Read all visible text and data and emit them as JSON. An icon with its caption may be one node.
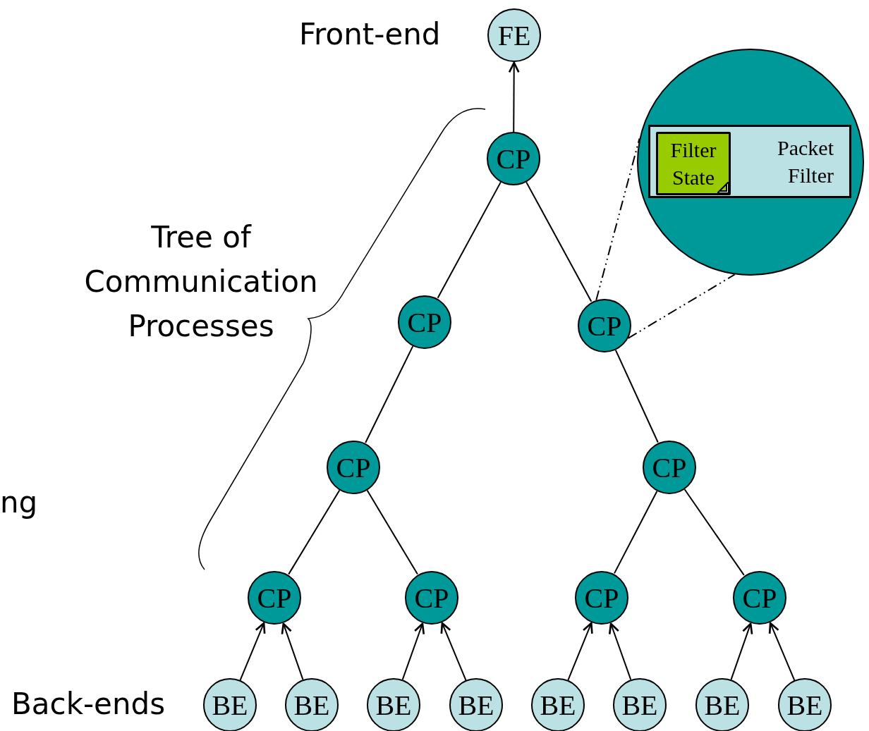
{
  "diagram": {
    "nodes": [
      {
        "text": [
          "FE"
        ]
      },
      {
        "text": [
          "CP"
        ]
      },
      {
        "text": [
          "CP"
        ]
      },
      {
        "text": [
          "CP"
        ]
      },
      {
        "text": [
          "CP"
        ]
      },
      {
        "text": [
          "CP"
        ]
      },
      {
        "text": [
          "CP"
        ]
      },
      {
        "text": [
          "CP"
        ]
      },
      {
        "text": [
          "CP"
        ]
      },
      {
        "text": [
          "CP"
        ]
      },
      {
        "text": [
          "BE"
        ]
      },
      {
        "text": [
          "BE"
        ]
      },
      {
        "text": [
          "BE"
        ]
      },
      {
        "text": [
          "BE"
        ]
      },
      {
        "text": [
          "BE"
        ]
      },
      {
        "text": [
          "BE"
        ]
      },
      {
        "text": [
          "BE"
        ]
      },
      {
        "text": [
          "BE"
        ]
      },
      {
        "text": [],
        "shape": "circle"
      },
      {
        "text": [
          "Packet Filter"
        ],
        "in": 18
      },
      {
        "text": [
          "Filter State"
        ],
        "in": 19
      }
    ],
    "edges": [
      {
        "from": 1,
        "to": 0,
        "arrow": "to"
      },
      {
        "from": 1,
        "to": 2,
        "arrow": "none"
      },
      {
        "from": 1,
        "to": 3,
        "arrow": "none"
      },
      {
        "from": 2,
        "to": 4,
        "arrow": "none"
      },
      {
        "from": 3,
        "to": 5,
        "arrow": "none"
      },
      {
        "from": 4,
        "to": 6,
        "arrow": "none"
      },
      {
        "from": 4,
        "to": 7,
        "arrow": "none"
      },
      {
        "from": 5,
        "to": 8,
        "arrow": "none"
      },
      {
        "from": 5,
        "to": 9,
        "arrow": "none"
      },
      {
        "from": 10,
        "to": 6,
        "arrow": "to"
      },
      {
        "from": 11,
        "to": 6,
        "arrow": "to"
      },
      {
        "from": 12,
        "to": 7,
        "arrow": "to"
      },
      {
        "from": 13,
        "to": 7,
        "arrow": "to"
      },
      {
        "from": 14,
        "to": 8,
        "arrow": "to"
      },
      {
        "from": 15,
        "to": 8,
        "arrow": "to"
      },
      {
        "from": 16,
        "to": 9,
        "arrow": "to"
      },
      {
        "from": 17,
        "to": 9,
        "arrow": "to"
      },
      {
        "from": 3,
        "to": 18,
        "arrow": "none",
        "style": "dashed"
      },
      {
        "from": 3,
        "to": 18,
        "arrow": "none",
        "style": "dashed"
      }
    ],
    "labels": [
      "Front-end",
      "Tree of Communication Processes",
      "ng",
      "Back-ends"
    ]
  }
}
